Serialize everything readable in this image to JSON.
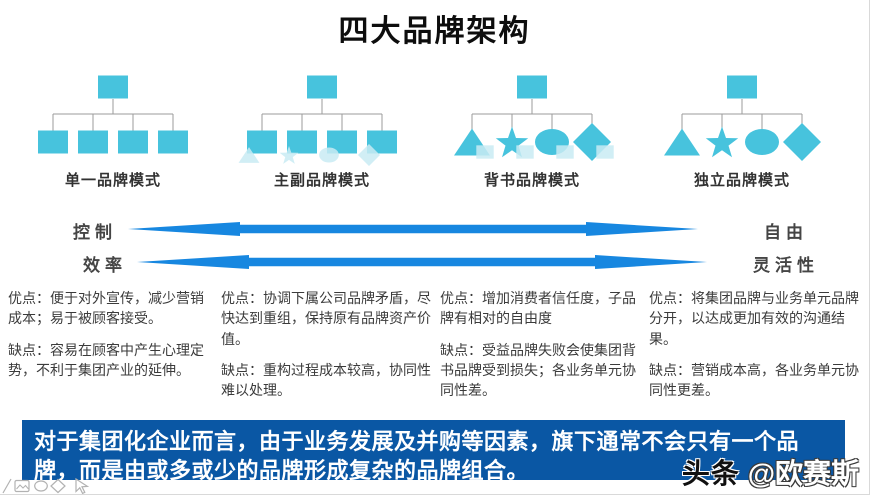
{
  "page": {
    "title": "四大品牌架构"
  },
  "colors": {
    "shape_cyan": "#47c3dd",
    "shape_pale": "#c9ebf3",
    "connector_gray": "#9b9b9b",
    "arrow_blue": "#1787e0",
    "banner_blue": "#0a57a4"
  },
  "trees": [
    {
      "label": "单一品牌模式",
      "root": "square",
      "children": [
        "square",
        "square",
        "square",
        "square"
      ],
      "badges": null,
      "badge_pos": null
    },
    {
      "label": "主副品牌模式",
      "root": "square",
      "children": [
        "square",
        "square",
        "square",
        "square"
      ],
      "badges": [
        "triangle",
        "star",
        "ellipse",
        "diamond"
      ],
      "badge_pos": "bl"
    },
    {
      "label": "背书品牌模式",
      "root": "square",
      "children": [
        "triangle",
        "star",
        "ellipse",
        "diamond"
      ],
      "badges": [
        "square",
        "square",
        "square",
        "square"
      ],
      "badge_pos": "br"
    },
    {
      "label": "独立品牌模式",
      "root": "square",
      "children": [
        "triangle",
        "star",
        "ellipse",
        "diamond"
      ],
      "badges": null,
      "badge_pos": null
    }
  ],
  "spectrum": {
    "rows": [
      {
        "left": "控制",
        "right": "自由"
      },
      {
        "left": "效率",
        "right": "灵活性"
      }
    ]
  },
  "columns": [
    {
      "pros": "优点：便于对外宣传，减少营销成本；易于被顾客接受。",
      "cons": "缺点：容易在顾客中产生心理定势，不利于集团产业的延伸。"
    },
    {
      "pros": "优点：协调下属公司品牌矛盾，尽快达到重组，保持原有品牌资产价值。",
      "cons": "缺点：重构过程成本较高，协同性难以处理。"
    },
    {
      "pros": "优点：增加消费者信任度，子品牌有相对的自由度",
      "cons": "缺点：受益品牌失败会使集团背书品牌受到损失；各业务单元协同性差。"
    },
    {
      "pros": "优点：将集团品牌与业务单元品牌分开，以达成更加有效的沟通结果。",
      "cons": "缺点：营销成本高，各业务单元协同性更差。"
    }
  ],
  "banner": {
    "text": "对于集团化企业而言，由于业务发展及并购等因素，旗下通常不会只有一个品牌，而是由或多或少的品牌形成复杂的品牌组合。"
  },
  "watermark": {
    "brand": "头条",
    "handle": "@欧赛斯"
  },
  "toolbar_icons": [
    "pencil-icon",
    "image-icon",
    "ellipse-icon",
    "diamond-icon",
    "cursor-icon"
  ]
}
